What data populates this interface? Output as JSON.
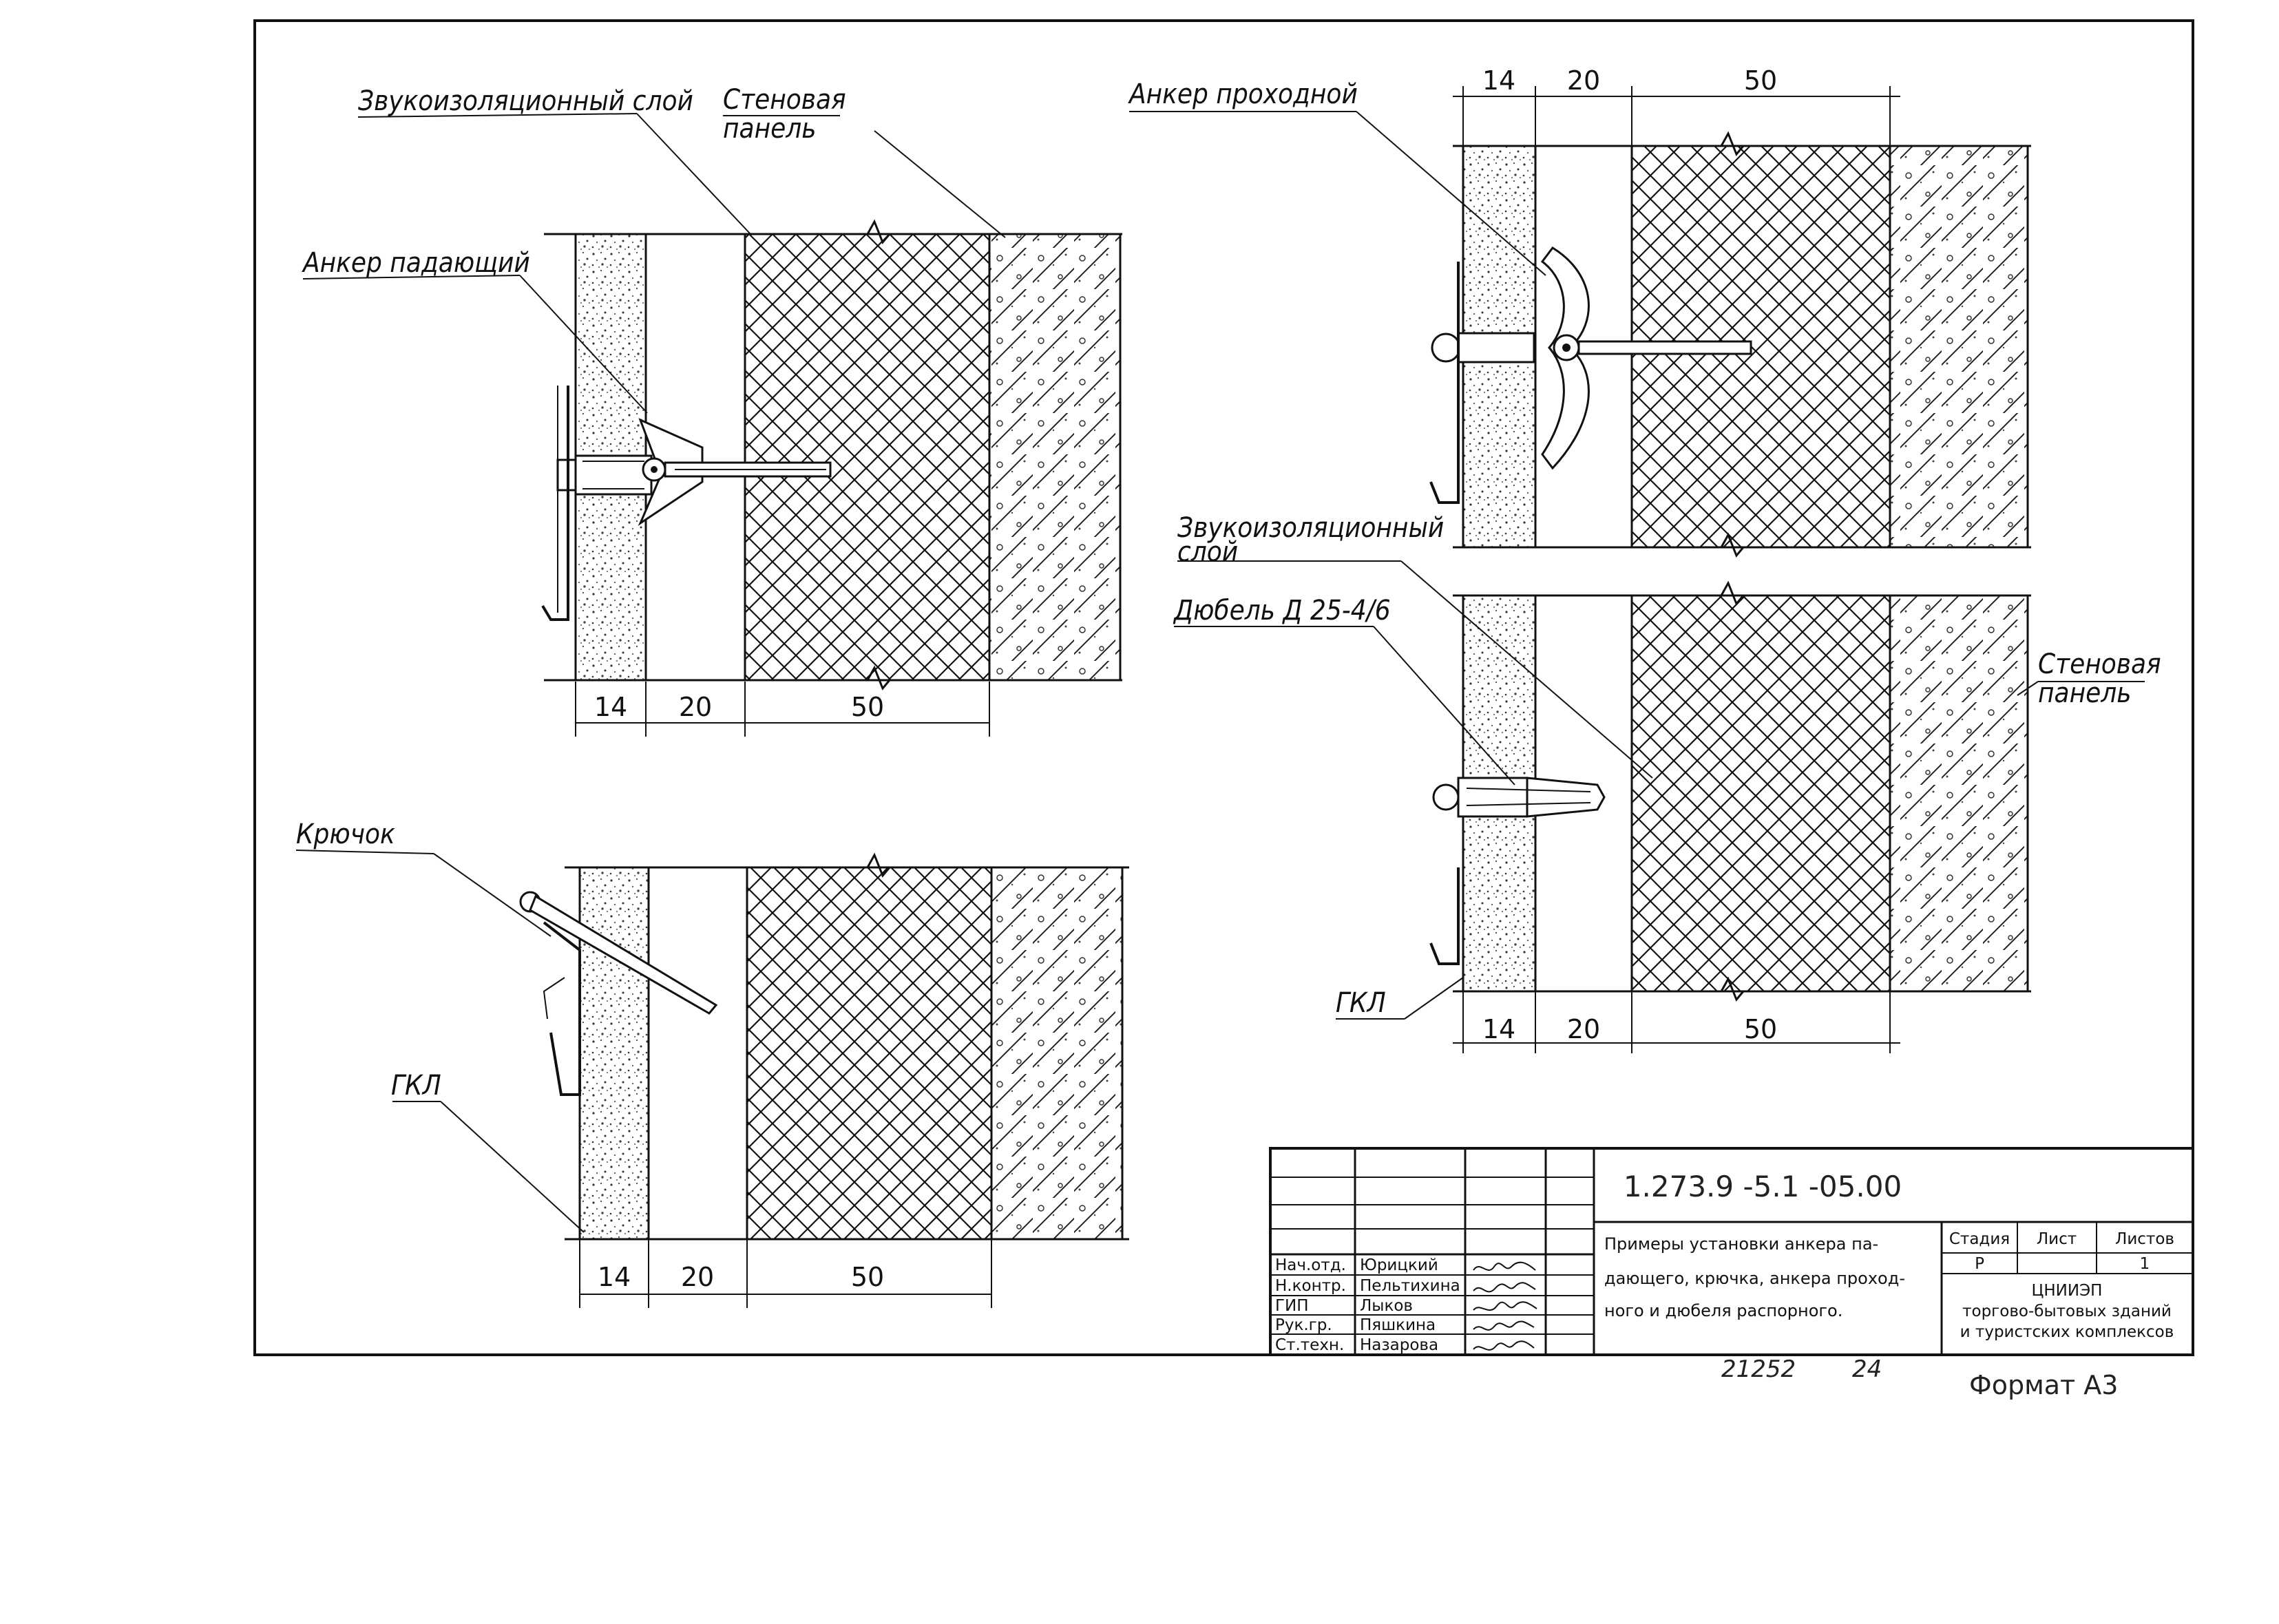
{
  "labels": {
    "sound_layer": "Звукоизоляционный слой",
    "wall_panel_l1": "Стеновая",
    "wall_panel_l2": "панель",
    "anchor_folding": "Анкер падающий",
    "anchor_through": "Анкер проходной",
    "sound_layer_r_l1": "Звукоизоляционный",
    "sound_layer_r_l2": "слой",
    "dowel": "Дюбель Д 25-4/6",
    "wall_panel_r_l1": "Стеновая",
    "wall_panel_r_l2": "панель",
    "hook": "Крючок",
    "gkl_left": "ГКЛ",
    "gkl_right": "ГКЛ"
  },
  "dims": {
    "d14": "14",
    "d20": "20",
    "d50": "50"
  },
  "title_block": {
    "code": "1.273.9 -5.1 -05.00",
    "title_l1": "Примеры установки анкера па-",
    "title_l2": "дающего, крючка, анкера проход-",
    "title_l3": "ного и дюбеля распорного.",
    "col_stage": "Стадия",
    "col_sheet": "Лист",
    "col_sheets": "Листов",
    "stage_value": "Р",
    "sheets_value": "1",
    "org_l1": "ЦНИИЭП",
    "org_l2": "торгово-бытовых зданий",
    "org_l3": "и туристских комплексов",
    "rows": [
      {
        "role": "Нач.отд.",
        "name": "Юрицкий"
      },
      {
        "role": "Н.контр.",
        "name": "Пельтихина"
      },
      {
        "role": "ГИП",
        "name": "Лыков"
      },
      {
        "role": "Рук.гр.",
        "name": "Пяшкина"
      },
      {
        "role": "Ст.техн.",
        "name": "Назарова"
      }
    ]
  },
  "footer": {
    "inv": "21252",
    "num": "24",
    "format": "Формат А3"
  }
}
